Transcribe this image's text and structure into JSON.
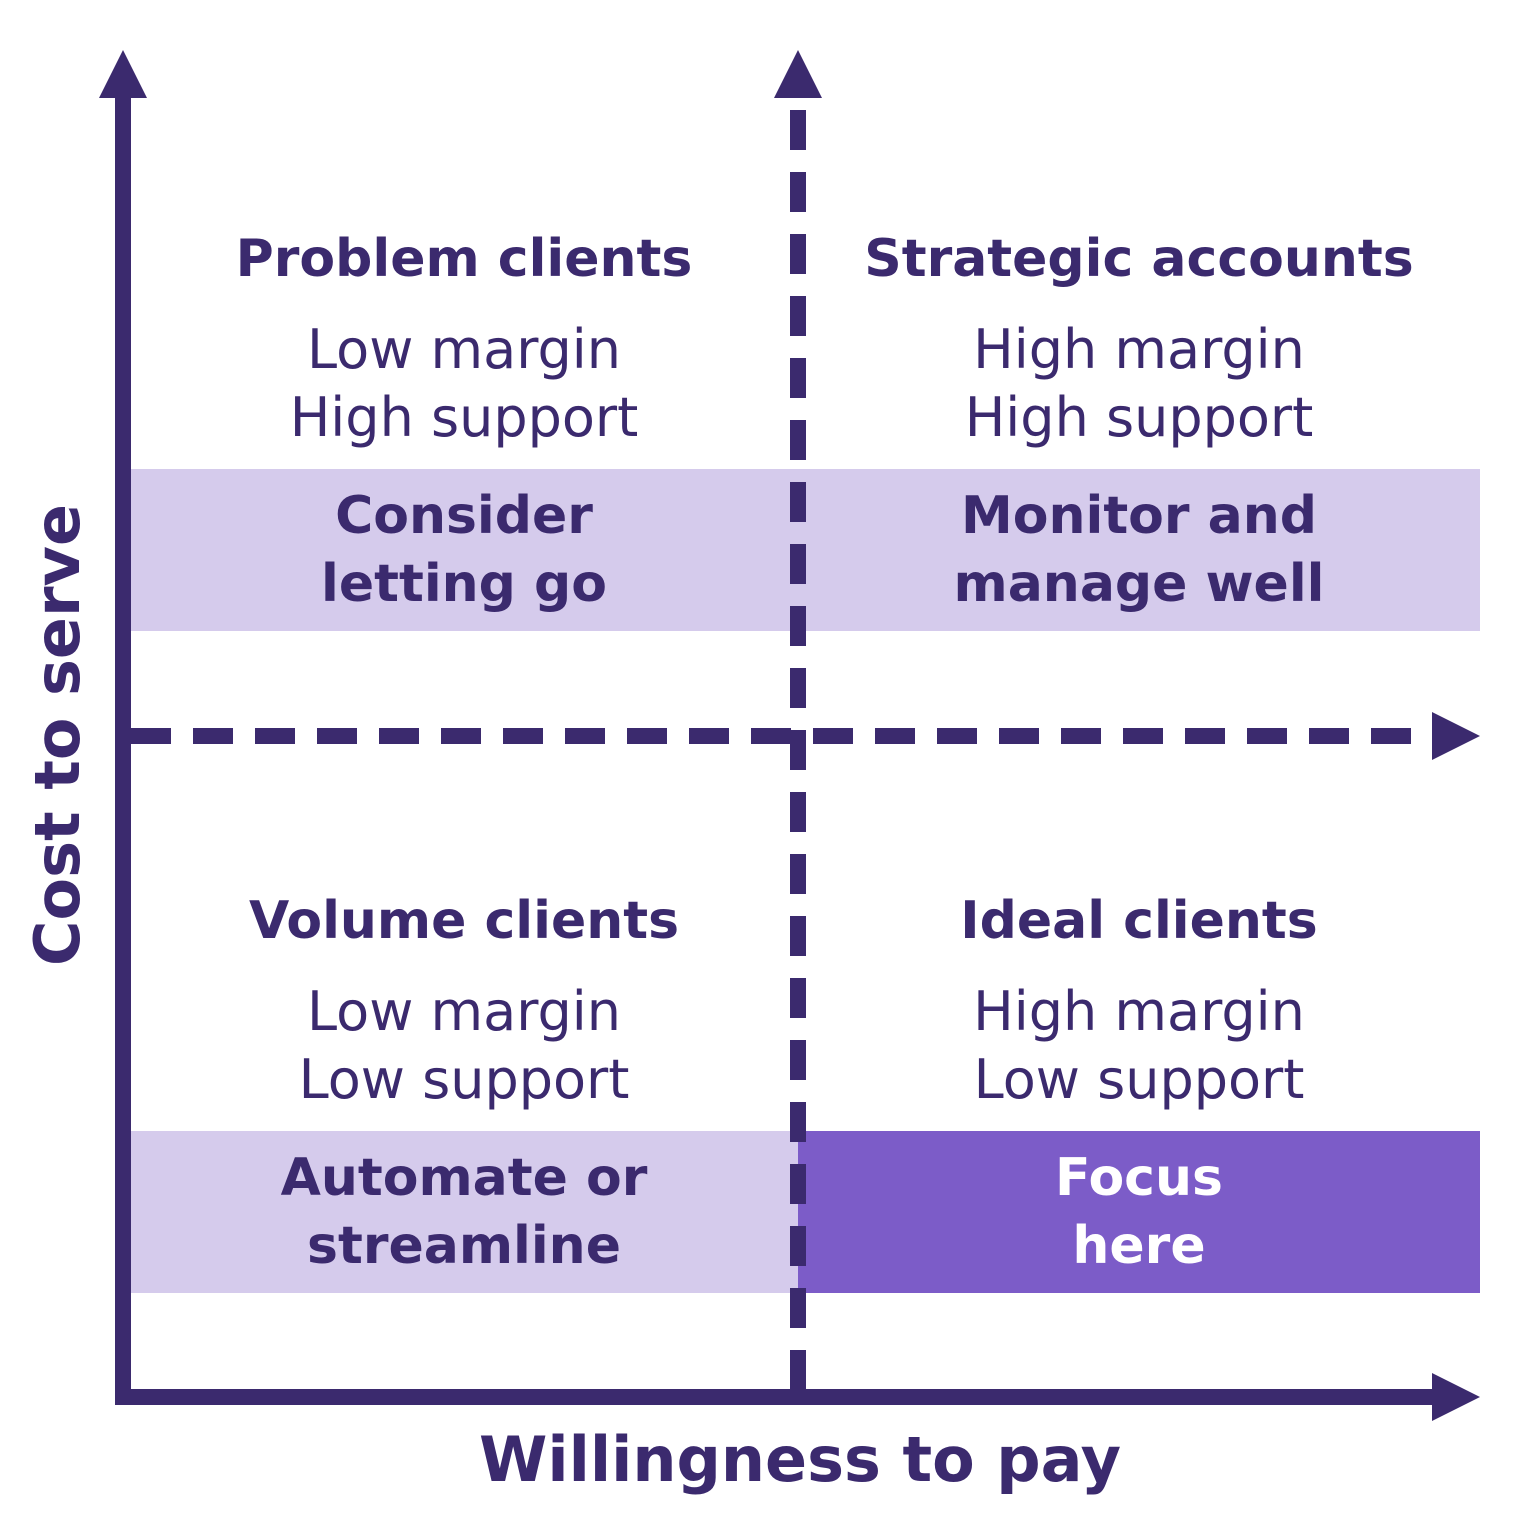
{
  "axes": {
    "x_label": "Willingness to pay",
    "y_label": "Cost to serve"
  },
  "quadrants": {
    "top_left": {
      "title": "Problem clients",
      "line1": "Low margin",
      "line2": "High support",
      "action_line1": "Consider",
      "action_line2": "letting go"
    },
    "top_right": {
      "title": "Strategic accounts",
      "line1": "High margin",
      "line2": "High support",
      "action_line1": "Monitor and",
      "action_line2": "manage well"
    },
    "bottom_left": {
      "title": "Volume clients",
      "line1": "Low margin",
      "line2": "Low support",
      "action_line1": "Automate or",
      "action_line2": "streamline"
    },
    "bottom_right": {
      "title": "Ideal clients",
      "line1": "High margin",
      "line2": "Low support",
      "action_line1": "Focus",
      "action_line2": "here"
    }
  },
  "colors": {
    "axis": "#3b2a6e",
    "band_light": "#d5cbec",
    "band_highlight": "#7c5cc8",
    "highlight_text": "#ffffff"
  }
}
